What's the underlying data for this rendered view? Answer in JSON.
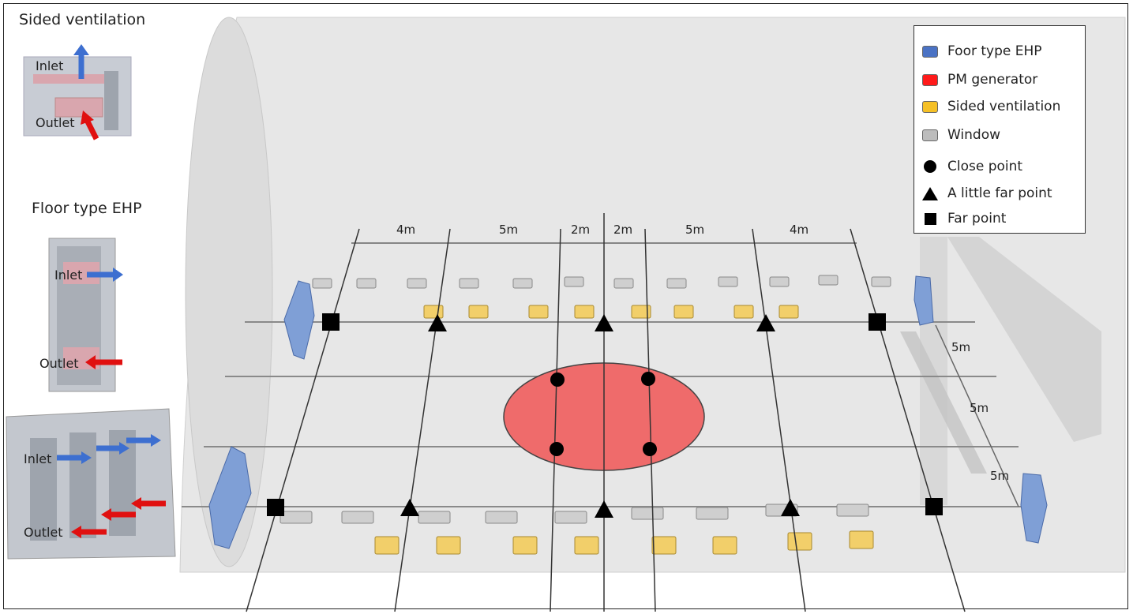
{
  "insets": {
    "sided_ventilation": {
      "title": "Sided ventilation",
      "inlet": "Inlet",
      "outlet": "Outlet"
    },
    "floor_ehp": {
      "title": "Floor type EHP",
      "inlet": "Inlet",
      "outlet": "Outlet"
    },
    "floor_ehp_3d": {
      "inlet": "Inlet",
      "outlet": "Outlet"
    }
  },
  "legend": {
    "items": [
      {
        "label": "Foor type EHP",
        "color": "#4a72c4"
      },
      {
        "label": "PM generator",
        "color": "#ff1a1a"
      },
      {
        "label": "Sided ventilation",
        "color": "#f5c026"
      },
      {
        "label": "Window",
        "color": "#bdbdbd"
      }
    ],
    "markers": [
      {
        "label": "Close point",
        "icon": "circle-icon"
      },
      {
        "label": "A little far point",
        "icon": "triangle-icon"
      },
      {
        "label": "Far point",
        "icon": "square-icon"
      }
    ]
  },
  "dimensions": {
    "top": [
      "4m",
      "5m",
      "2m",
      "2m",
      "5m",
      "4m"
    ],
    "right": [
      "5m",
      "5m",
      "5m"
    ]
  },
  "colors": {
    "ehp": "#7f9fd6",
    "pm": "#ef6b6b",
    "vent": "#f2cf6a",
    "window": "#cfcfcf",
    "room": "#e6e6e6"
  }
}
